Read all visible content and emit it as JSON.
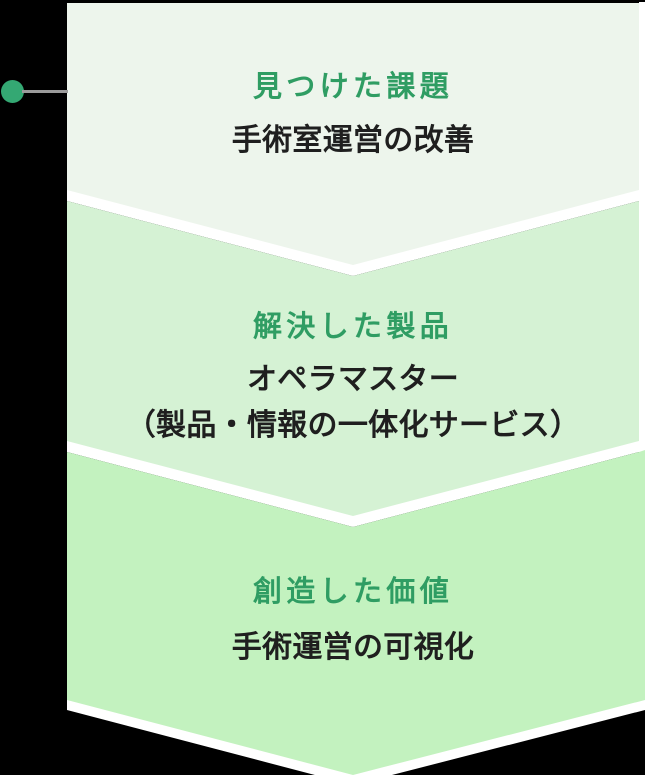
{
  "diagram": {
    "sections": [
      {
        "title": "見つけた課題",
        "lines": [
          "手術室運営の改善"
        ]
      },
      {
        "title": "解決した製品",
        "lines": [
          "オペラマスター",
          "（製品・情報の一体化サービス）"
        ]
      },
      {
        "title": "創造した価値",
        "lines": [
          "手術運営の可視化"
        ]
      }
    ],
    "colors": {
      "background": "#000000",
      "section1_bg": "#edf5ec",
      "section2_bg": "#d5f2d4",
      "section3_bg": "#c3f2bf",
      "separator": "#ffffff",
      "title_text": "#2f9d63",
      "body_text": "#1f1f1f",
      "timeline_dot": "#34a873",
      "connector_line": "#9b9b9b"
    }
  }
}
